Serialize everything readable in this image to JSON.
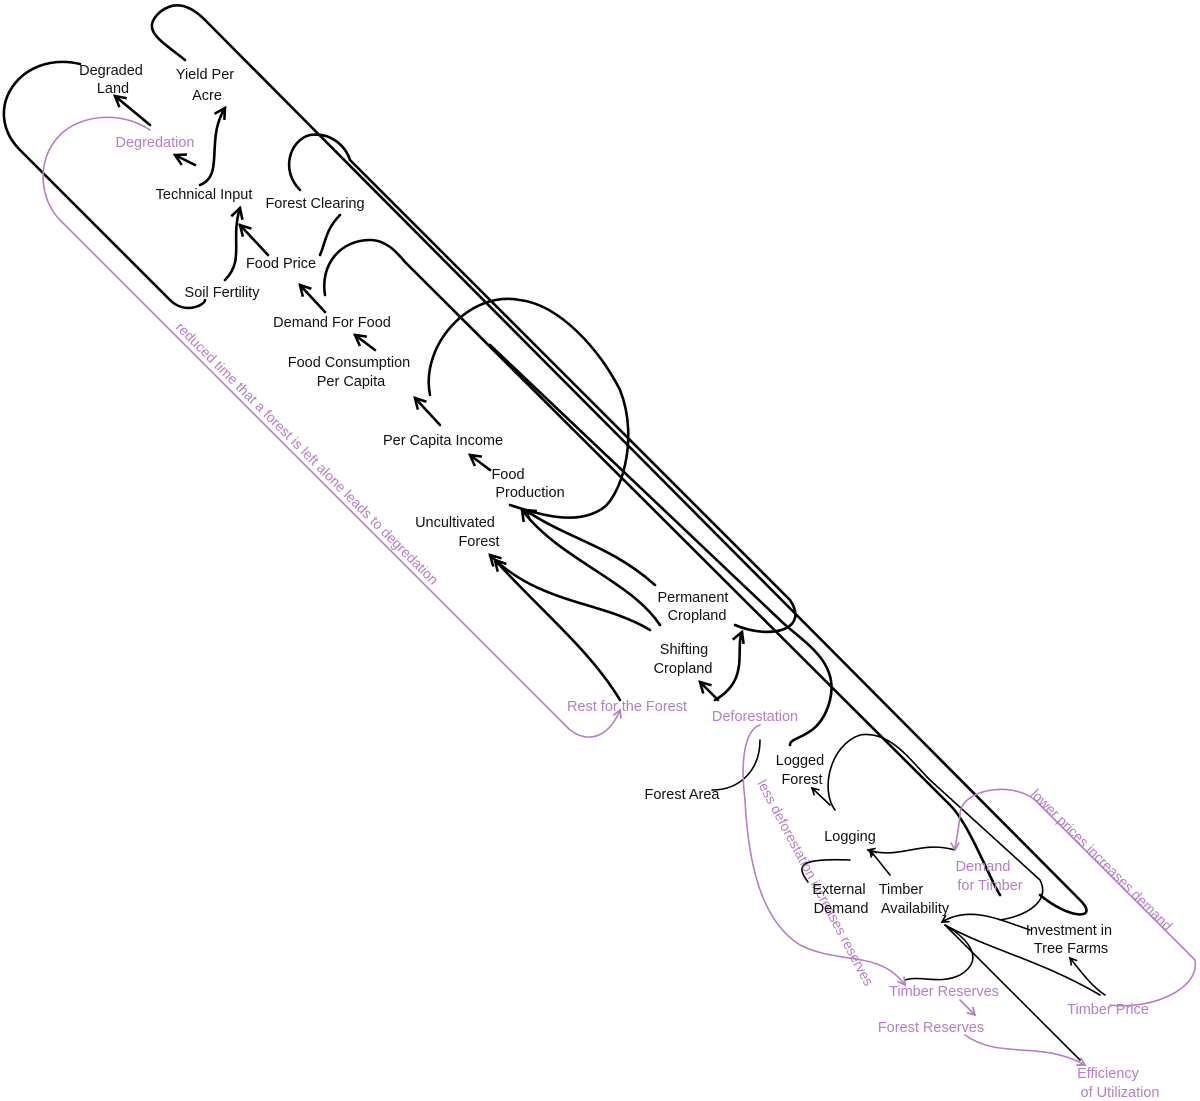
{
  "nodes": {
    "degraded_land": [
      "Degraded",
      "Land"
    ],
    "yield_per_acre": [
      "Yield Per",
      "Acre"
    ],
    "degredation": [
      "Degredation"
    ],
    "technical_input": [
      "Technical Input"
    ],
    "forest_clearing": [
      "Forest Clearing"
    ],
    "food_price": [
      "Food Price"
    ],
    "soil_fertility": [
      "Soil Fertility"
    ],
    "demand_for_food": [
      "Demand For Food"
    ],
    "food_consumption": [
      "Food Consumption",
      "Per Capita"
    ],
    "per_capita_income": [
      "Per Capita Income"
    ],
    "food_production": [
      "Food",
      "Production"
    ],
    "uncultivated_forest": [
      "Uncultivated",
      "Forest"
    ],
    "permanent_cropland": [
      "Permanent",
      "Cropland"
    ],
    "shifting_cropland": [
      "Shifting",
      "Cropland"
    ],
    "rest_for_forest": [
      "Rest for the Forest"
    ],
    "deforestation": [
      "Deforestation"
    ],
    "logged_forest": [
      "Logged",
      "Forest"
    ],
    "forest_area": [
      "Forest Area"
    ],
    "logging": [
      "Logging"
    ],
    "demand_for_timber": [
      "Demand",
      "for Timber"
    ],
    "external_demand": [
      "External",
      "Demand"
    ],
    "timber_availability": [
      "Timber",
      "Availability"
    ],
    "investment_tree_farms": [
      "Investment in",
      "Tree Farms"
    ],
    "timber_reserves": [
      "Timber Reserves"
    ],
    "timber_price": [
      "Timber Price"
    ],
    "forest_reserves": [
      "Forest Reserves"
    ],
    "efficiency_of_utilization": [
      "Efficiency",
      "of Utilization"
    ]
  },
  "annotations": {
    "rest_note": "reduced time that a forest is left alone leads to degredation",
    "deforestation_note": "less deforestation increases reserves",
    "price_note": "lower prices increases demand"
  },
  "colors": {
    "primary": "#111111",
    "accent": "#b57fc4"
  }
}
